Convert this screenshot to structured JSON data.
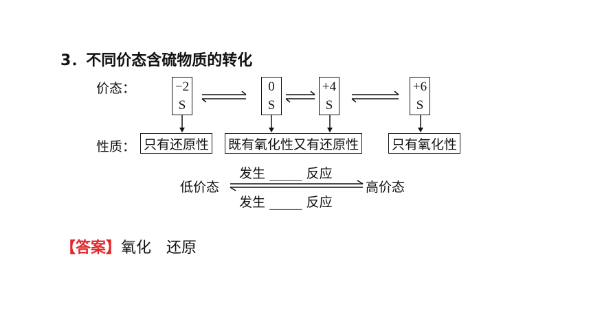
{
  "heading": "3．不同价态含硫物质的转化",
  "row_labels": {
    "valence": "价态：",
    "property": "性质："
  },
  "states": [
    {
      "valence": "−2",
      "symbol": "S"
    },
    {
      "valence": "0",
      "symbol": "S"
    },
    {
      "valence": "+4",
      "symbol": "S"
    },
    {
      "valence": "+6",
      "symbol": "S"
    }
  ],
  "properties": [
    "只有还原性",
    "既有氧化性又有还原性",
    "只有氧化性"
  ],
  "conversion": {
    "low": "低价态",
    "high": "高价态",
    "top": {
      "prefix": "发生",
      "blank": "_____",
      "suffix": "反应"
    },
    "bottom": {
      "prefix": "发生",
      "blank": "_____",
      "suffix": "反应"
    }
  },
  "answer": {
    "tag": "【答案】",
    "text": "氧化　还原"
  }
}
